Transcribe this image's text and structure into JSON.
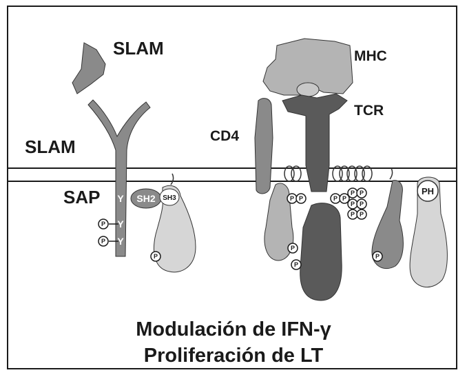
{
  "labels": {
    "slam_top": "SLAM",
    "slam_side": "SLAM",
    "sap": "SAP",
    "mhc": "MHC",
    "tcr": "TCR",
    "cd4": "CD4",
    "sh2": "SH2",
    "sh3": "SH3",
    "ph": "PH",
    "phospho": "P",
    "tyrosine": "Y"
  },
  "caption": {
    "line1": "Modulación de IFN-γ",
    "line2": "Proliferación de LT"
  },
  "colors": {
    "membrane": "#1a1a1a",
    "light_protein": "#b4b4b4",
    "medium_protein": "#8a8a8a",
    "dark_protein": "#5a5a5a",
    "pale_protein": "#d6d6d6"
  }
}
